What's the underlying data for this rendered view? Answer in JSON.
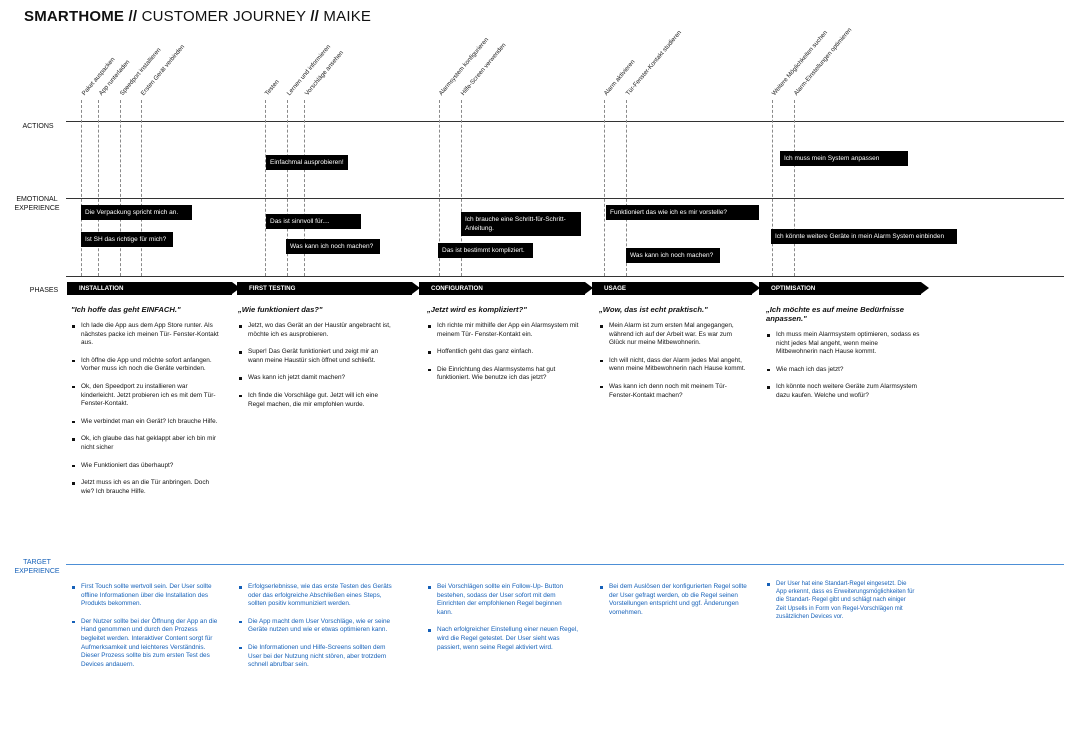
{
  "title": {
    "bold": "SMARTHOME //",
    "rest": " CUSTOMER JOURNEY ",
    "sep": "//",
    "name": " MAIKE"
  },
  "rows": {
    "actions": "ACTIONS",
    "emotional_1": "EMOTIONAL",
    "emotional_2": "EXPERIENCE",
    "phases": "PHASES",
    "target_1": "TARGET",
    "target_2": "EXPERIENCE"
  },
  "action_labels": [
    "Paket auspacken",
    "App runterladen",
    "Speedport installieren",
    "Ersten Gerät verbinden",
    "Testen",
    "Lernen und informieren",
    "Vorschläge ansehen",
    "Alarmsystem konfigurieren",
    "Hilfe-Screen verwenden",
    "Alarm aktivieren",
    "Tür-Fenster-Kontakt studieren",
    "Weitere Möglichkeiten suchen",
    "Alarm-Einstellungen optimieren"
  ],
  "boxes": {
    "a1": "Einfachmal ausprobieren!",
    "a2": "Ich muss mein System anpassen",
    "e1": "Die Verpackung spricht mich an.",
    "e2": "Ist SH das richtige für mich?",
    "e3": "Das ist sinnvoll für....",
    "e4": "Was kann ich noch machen?",
    "e5": "Ich brauche eine Schritt-für-Schritt-Anleitung.",
    "e6": "Das ist bestimmt kompliziert.",
    "e7": "Funktioniert das wie ich es mir vorstelle?",
    "e8": "Was kann ich noch machen?",
    "e9": "Ich könnte weitere Geräte in mein Alarm System einbinden"
  },
  "phases": [
    "INSTALLATION",
    "FIRST TESTING",
    "CONFIGURATION",
    "USAGE",
    "OPTIMISATION"
  ],
  "columns": [
    {
      "quote": "\"Ich hoffe das geht EINFACH.\"",
      "items": [
        "Ich lade die App aus dem App Store runter. Als nächstes packe ich meinen Tür- Fenster-Kontakt aus.",
        "Ich öffne die App und möchte sofort anfangen. Vorher muss ich noch die Geräte verbinden.",
        "Ok, den Speedport zu installieren war kinderleicht. Jetzt probieren ich es mit dem Tür-Fenster-Kontakt.",
        "Wie verbindet man ein Gerät? Ich brauche Hilfe.",
        "Ok, ich glaube das hat geklappt aber ich bin mir nicht sicher",
        "Wie Funktioniert das überhaupt?",
        "Jetzt muss ich es an die Tür anbringen. Doch wie? Ich brauche Hilfe."
      ]
    },
    {
      "quote": "„Wie funktioniert das?\"",
      "items": [
        "Jetzt, wo das Gerät an der Haustür angebracht ist, möchte ich es ausprobieren.",
        "Super! Das Gerät funktioniert und zeigt mir an wann meine Haustür sich öffnet und schließt.",
        "Was kann ich jetzt damit machen?",
        "Ich finde die Vorschläge gut. Jetzt will ich eine Regel machen, die mir empfohlen wurde."
      ]
    },
    {
      "quote": "„Jetzt wird es kompliziert?\"",
      "items": [
        "Ich richte mir mithilfe der App ein Alarmsystem mit meinem Tür- Fenster-Kontakt ein.",
        "Hoffentlich geht das ganz einfach.",
        "Die Einrichtung des Alarmsystems hat gut funktioniert. Wie benutze ich das jetzt?"
      ]
    },
    {
      "quote": "„Wow, das ist echt praktisch.\"",
      "items": [
        "Mein Alarm ist zum ersten Mal angegangen, während ich auf der Arbeit war. Es war zum Glück nur meine Mitbewohnerin.",
        "Ich will nicht, dass der Alarm jedes Mal angeht, wenn meine Mitbewohnerin nach Hause kommt.",
        "Was kann ich denn noch mit meinem Tür- Fenster-Kontakt machen?"
      ]
    },
    {
      "quote": "„Ich möchte es auf meine Bedürfnisse anpassen.\"",
      "items": [
        "Ich muss mein Alarmsystem optimieren, sodass es nicht jedes Mal angeht, wenn meine Mitbewohnerin nach Hause kommt.",
        "Wie mach ich das jetzt?",
        "Ich könnte noch weitere Geräte zum Alarmsystem dazu kaufen. Welche und wofür?"
      ]
    }
  ],
  "target": [
    {
      "items": [
        "First Touch sollte wertvoll sein. Der User sollte offline Informationen über die Installation des Produkts bekommen.",
        "Der Nutzer sollte bei der Öffnung der App an die Hand genommen und durch den Prozess begleitet werden. Interaktiver Content sorgt für Aufmerksamkeit und leichteres Verständnis. Dieser Prozess sollte bis zum ersten Test des Devices andauern."
      ]
    },
    {
      "items": [
        "Erfolgserlebnisse, wie das erste Testen des Geräts oder das erfolgreiche Abschließen eines Steps, sollten positiv kommuniziert werden.",
        "Die App macht dem User Vorschläge, wie er seine Geräte nutzen und wie er etwas optimieren kann.",
        "Die Informationen und Hilfe-Screens sollten dem User bei der Nutzung nicht stören, aber trotzdem schnell abrufbar sein."
      ]
    },
    {
      "items": [
        "Bei Vorschlägen sollte ein Follow-Up- Button bestehen, sodass der User sofort mit dem Einrichten der empfohlenen Regel beginnen kann.",
        "Nach erfolgreicher Einstellung einer neuen Regel, wird die Regel getestet. Der User sieht was passiert, wenn seine Regel aktiviert wird."
      ]
    },
    {
      "items": [
        "Bei dem Auslösen der konfigurierten Regel sollte der User gefragt werden, ob die Regel seinen Vorstellungen entspricht und ggf. Änderungen vornehmen."
      ]
    },
    {
      "items": [
        "Der User hat eine Standart-Regel eingesetzt. Die App erkennt, dass es Erweiterungsmöglichkeiten für die Standart- Regel gibt und schlägt nach einiger Zeit Upsells in Form von Regel-Vorschlägen mit zusätzlichen Devices vor."
      ]
    }
  ]
}
